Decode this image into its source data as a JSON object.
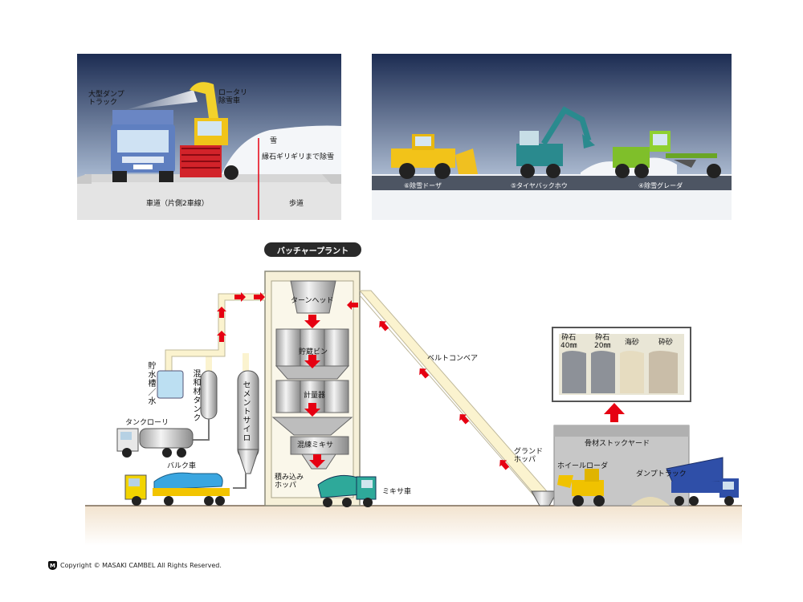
{
  "panel_left": {
    "dump_truck": "大型ダンプ\nトラック",
    "rotary": "ロータリ\n除雪車",
    "snow": "雪",
    "curb_note": "縁石ギリギリまで除雪",
    "roadway": "車道（片側2車線）",
    "sidewalk": "歩道"
  },
  "panel_right": {
    "dozer": "⑥除雪ドーザ",
    "backhoe": "⑤タイヤバックホウ",
    "grader": "④除雪グレーダ"
  },
  "plant": {
    "title": "バッチャープラント",
    "turn_head": "ターンヘッド",
    "storage_bin": "貯蔵ビン",
    "weigher": "計量器",
    "mixer": "混練ミキサ",
    "loading_hopper": "積み込み\nホッパ",
    "mixer_truck": "ミキサ車",
    "water_tank": "貯水槽／水",
    "admixture_tank": "混和材タンク",
    "cement_silo": "セメントサイロ",
    "tank_lorry": "タンクローリ",
    "bulk_truck": "バルク車",
    "belt_conveyor": "ベルトコンベア",
    "ground_hopper": "グランド\nホッパ",
    "wheel_loader": "ホイールローダ",
    "stock_yard": "骨材ストックヤード",
    "dump_truck": "ダンプトラック",
    "aggregates": [
      {
        "name": "砕石\n40㎜"
      },
      {
        "name": "砕石\n20㎜"
      },
      {
        "name": "海砂"
      },
      {
        "name": "砕砂"
      }
    ]
  },
  "copyright": "Copyright © MASAKI CAMBEL All Rights Reserved.",
  "colors": {
    "accent_red": "#e60012",
    "conveyor": "#fbf3cf",
    "sky_dark": "#1c2c52",
    "ground": "#f2e3cf"
  }
}
